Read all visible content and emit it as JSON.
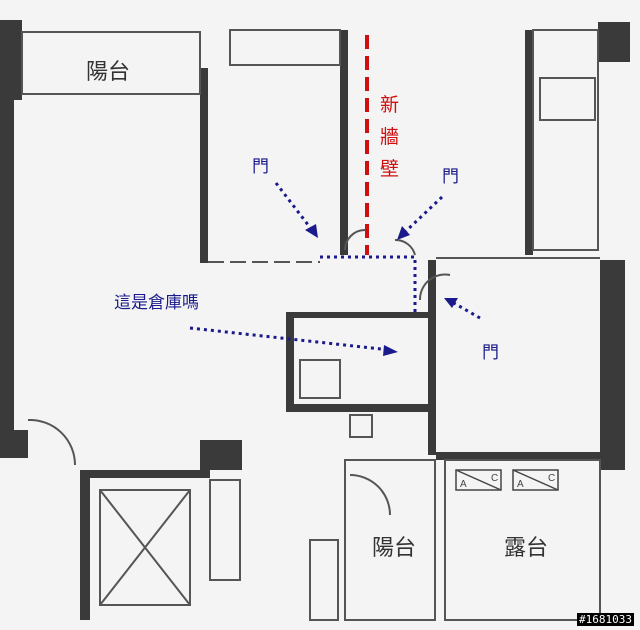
{
  "labels": {
    "balcony_top": "陽台",
    "balcony_bottom": "陽台",
    "terrace": "露台",
    "new_wall": [
      "新",
      "牆",
      "壁"
    ],
    "door_1": "門",
    "door_2": "門",
    "door_3": "門",
    "question": "這是倉庫嗎",
    "ac_a": "A",
    "ac_c": "C"
  },
  "watermark": "#1681033",
  "colors": {
    "annotation_blue": "#1a1a8c",
    "new_wall_red": "#d01010",
    "wall": "#3a3a3a"
  }
}
